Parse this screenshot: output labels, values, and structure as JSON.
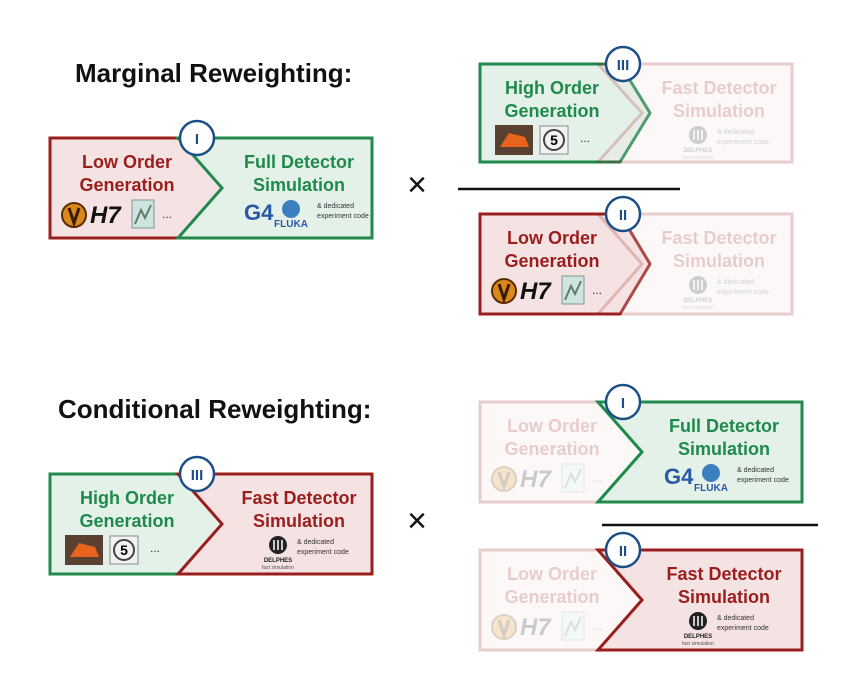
{
  "headings": {
    "marginal": "Marginal Reweighting:",
    "conditional": "Conditional Reweighting:"
  },
  "colors": {
    "red": "#9a1e1e",
    "red_fill": "#f5e2e2",
    "green": "#1f8a4c",
    "green_fill": "#e4f1e8",
    "blue": "#1d4f87",
    "faded_opacity": "0.22"
  },
  "labels": {
    "low_order": [
      "Low Order",
      "Generation"
    ],
    "high_order": [
      "High Order",
      "Generation"
    ],
    "full_det": [
      "Full Detector",
      "Simulation"
    ],
    "fast_det": [
      "Fast Detector",
      "Simulation"
    ],
    "dedicated": [
      "& dedicated",
      "experiment code"
    ],
    "ellipsis": "...",
    "h7": "H7",
    "g4": "G4",
    "fluka": "FLUKA",
    "five": "5",
    "delphes": "DELPHES",
    "delphes_sub": "fast simulation"
  },
  "badges": {
    "one": "I",
    "two": "II",
    "three": "III"
  },
  "operators": {
    "times": "×"
  }
}
